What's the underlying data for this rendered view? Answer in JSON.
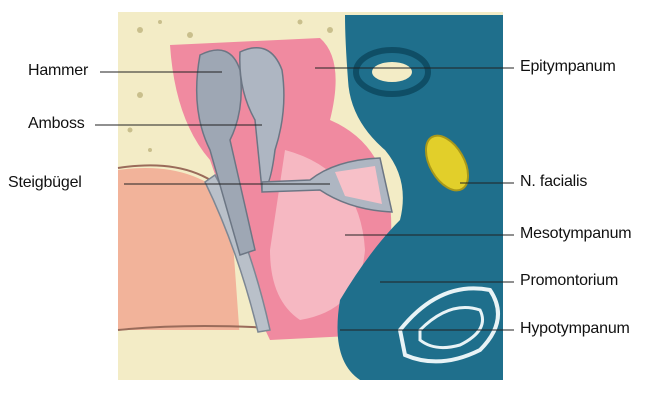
{
  "labels": {
    "hammer": "Hammer",
    "amboss": "Amboss",
    "steigbuegel": "Steigbügel",
    "epitympanum": "Epitympanum",
    "n_facialis": "N. facialis",
    "mesotympanum": "Mesotympanum",
    "promontorium": "Promontorium",
    "hypotympanum": "Hypotympanum"
  },
  "colors": {
    "bone": "#f3ecc6",
    "cavity": "#f08aa0",
    "cavity_light": "#f7c0c8",
    "ossicle": "#9ea7b4",
    "inner_ear": "#1f6f8c",
    "nerve": "#e2cf2a",
    "canal": "#f2b39a"
  }
}
